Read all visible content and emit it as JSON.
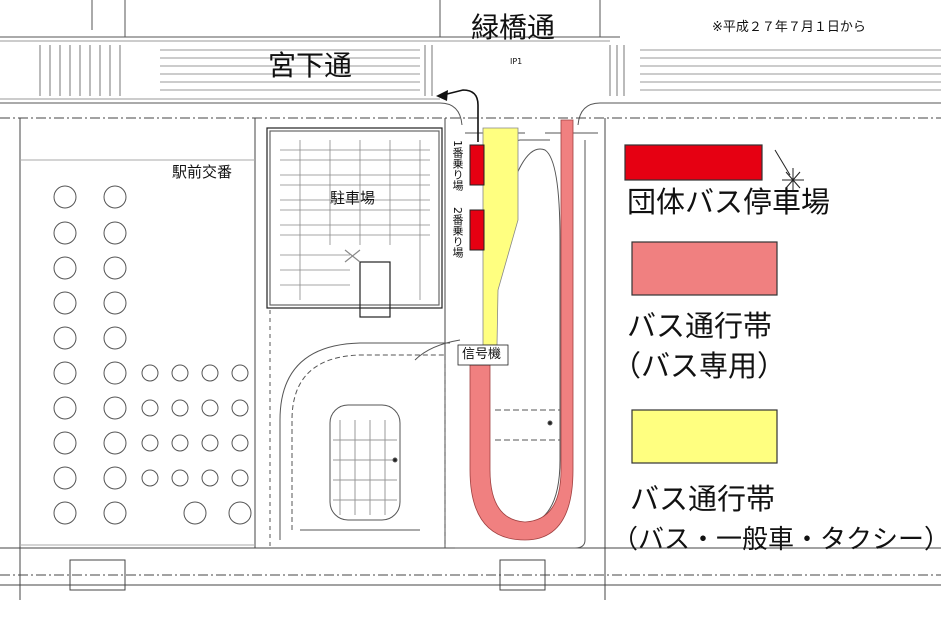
{
  "note": "※平成２７年７月１日から",
  "roads": {
    "midoribashi": "緑橋通",
    "miyashita": "宮下通"
  },
  "labels": {
    "police_box": "駅前交番",
    "parking": "駐車場",
    "stop1": "1番乗り場",
    "stop2": "2番乗り場",
    "signal": "信号機",
    "crossing": "IP1"
  },
  "legend": [
    {
      "key": "group-bus-stop",
      "color": "#e60012",
      "lines": [
        "団体バス停車場"
      ]
    },
    {
      "key": "bus-only-lane",
      "color": "#f08080",
      "lines": [
        "バス通行帯",
        "（バス専用）"
      ]
    },
    {
      "key": "shared-lane",
      "color": "#ffff80",
      "lines": [
        "バス通行帯",
        "（バス・一般車・タクシー）"
      ]
    }
  ],
  "colors": {
    "group_bus": "#e60012",
    "bus_lane": "#f08080",
    "shared_lane": "#ffff80",
    "lines": "#333333"
  }
}
